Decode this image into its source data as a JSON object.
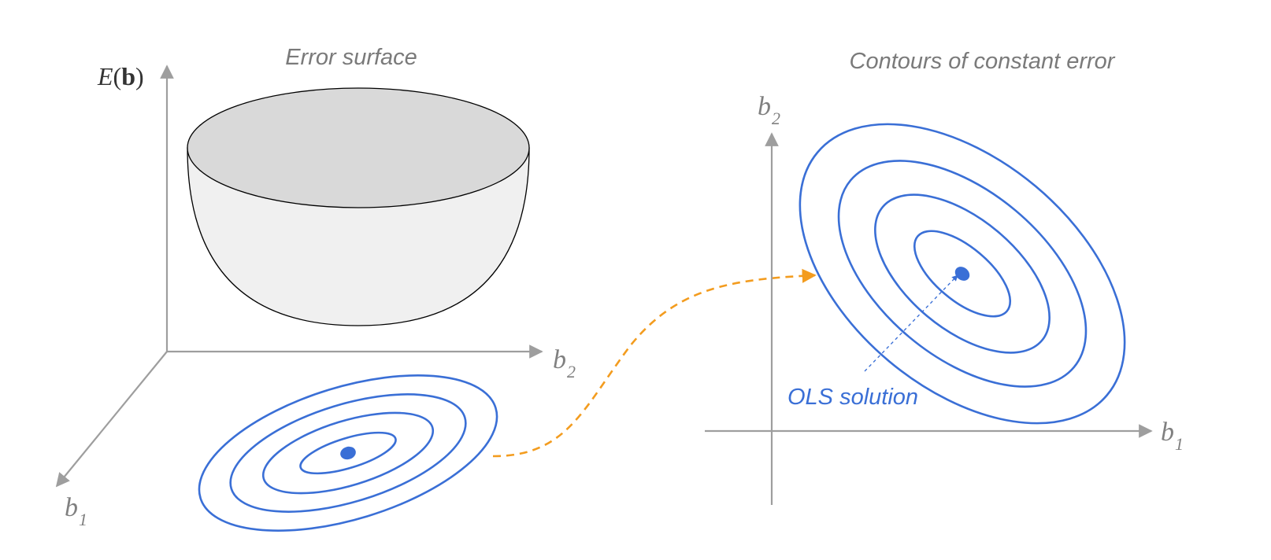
{
  "left_panel": {
    "title": "Error surface",
    "y_axis": {
      "var": "E",
      "arg": "b"
    },
    "x_axis": {
      "main": "b",
      "sub": "2"
    },
    "depth_axis": {
      "main": "b",
      "sub": "1"
    }
  },
  "right_panel": {
    "title": "Contours of constant error",
    "y_axis": {
      "main": "b",
      "sub": "2"
    },
    "x_axis": {
      "main": "b",
      "sub": "1"
    },
    "annotation": "OLS solution"
  },
  "colors": {
    "contour": "#3a6fd6",
    "minimum_point": "#3a6fd6",
    "connector": "#f39c1f",
    "axis": "#9e9e9e",
    "bowl_top": "#d9d9d9",
    "bowl_body": "#f0f0f0"
  }
}
